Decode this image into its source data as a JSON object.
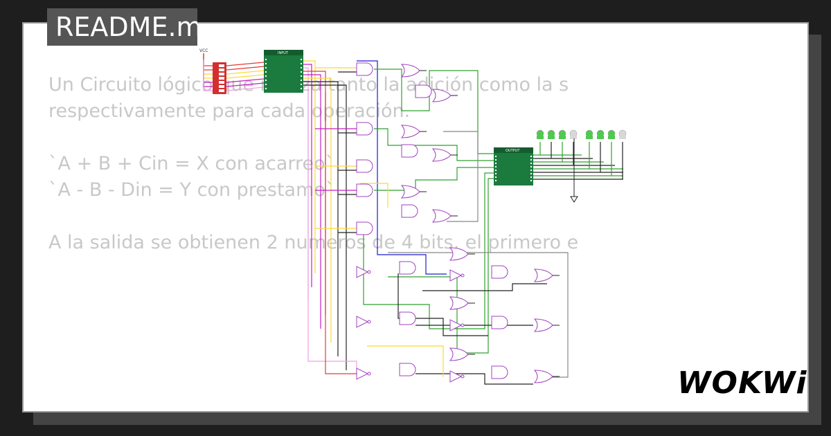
{
  "title": "README.md",
  "readme_lines": [
    "Un Circuito lógico que realiza tanto la adición como la s",
    "respectivamente para cada operación.",
    "",
    "`A + B + Cin = X con acarreo`",
    "`A - B - Din = Y con prestamo`",
    "",
    "A la salida se obtienen 2 numeros de 4 bits, el primero e"
  ],
  "logo": "WOKWi",
  "diagram": {
    "vcc_label": "VCC",
    "input_chip_label": "INPUT",
    "output_chip_label": "OUTPUT",
    "colors": {
      "wire_red": "#e53935",
      "wire_yellow": "#fdd835",
      "wire_magenta": "#c020c0",
      "wire_pink": "#f0a0e0",
      "wire_green": "#2ea02e",
      "wire_blue": "#1a1ad0",
      "wire_black": "#222222",
      "wire_gray": "#888888",
      "gate": "#a040c0",
      "chip": "#1b7a3e",
      "led_on": "#4fc94f",
      "led_off": "#d8d8d8"
    },
    "leds": [
      "on",
      "on",
      "on",
      "off",
      "on",
      "on",
      "on",
      "off"
    ]
  }
}
